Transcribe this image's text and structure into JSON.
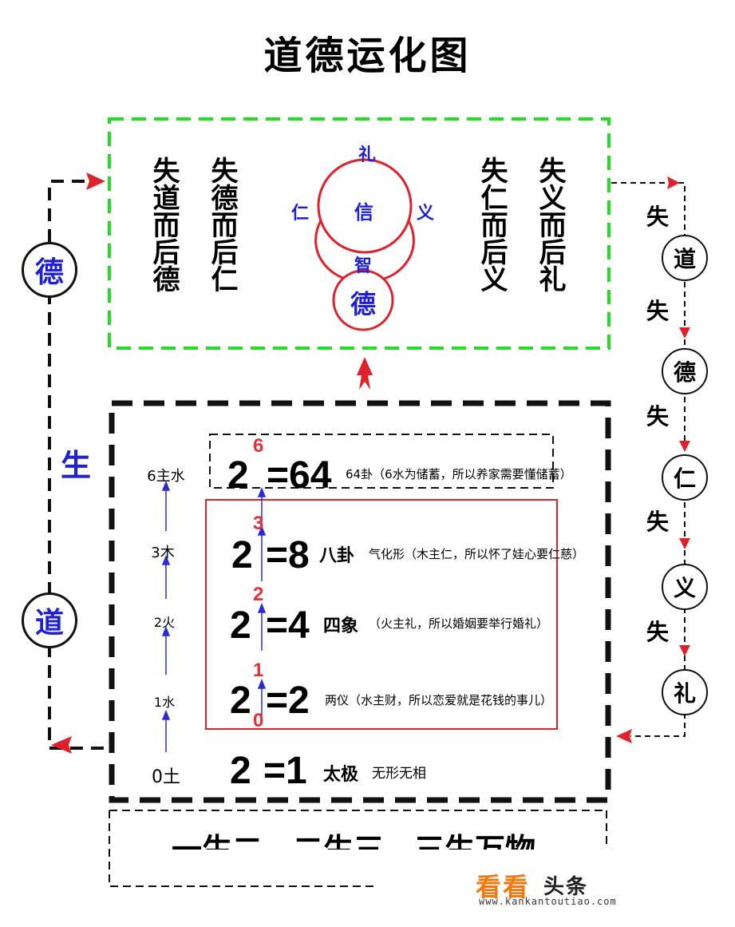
{
  "title": "道德运化图",
  "top_box": {
    "left_columns": [
      "失道而后德",
      "失德而后仁"
    ],
    "right_columns": [
      "失仁而后义",
      "失义而后礼"
    ],
    "circle_labels": {
      "top": "礼",
      "left": "仁",
      "center": "信",
      "right": "义",
      "lower": "智",
      "bottom": "德"
    }
  },
  "left_side": {
    "top_circle": "德",
    "middle_label": "生",
    "bottom_circle": "道"
  },
  "right_chain": {
    "loss_word": "失",
    "circles": [
      "道",
      "德",
      "仁",
      "义",
      "礼"
    ]
  },
  "ladder": [
    "6主水",
    "3木",
    "2火",
    "1水",
    "0土"
  ],
  "equations": [
    {
      "base": "2",
      "exp": "6",
      "result": "=64",
      "name": "",
      "note": "64卦（6水为储蓄，所以养家需要懂储蓄）"
    },
    {
      "base": "2",
      "exp": "3",
      "result": "=8",
      "name": "八卦",
      "note": "气化形（木主仁，所以怀了娃心要仁慈）"
    },
    {
      "base": "2",
      "exp": "2",
      "result": "=4",
      "name": "四象",
      "note": "（火主礼，所以婚姻要举行婚礼）"
    },
    {
      "base": "2",
      "exp": "1",
      "result": "=2",
      "name": "",
      "note": "两仪（水主财，所以恋爱就是花钱的事儿）"
    },
    {
      "base": "2",
      "exp": "0",
      "result": "=1",
      "name": "太极",
      "note": "无形无相"
    }
  ],
  "bottom_text": "一生二，二生三，三生万物",
  "watermark": {
    "brand": "看看",
    "brand2": "头条",
    "url": "www.kankantoutiao.com"
  },
  "colors": {
    "green": "#22dd22",
    "red": "#d62a2a",
    "blue": "#1f1fd6"
  }
}
